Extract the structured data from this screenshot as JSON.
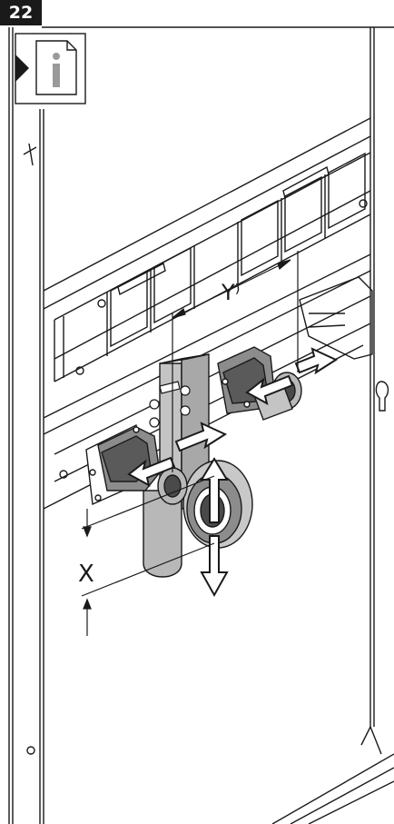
{
  "step_number": "22",
  "info_icon": "info-document-icon",
  "dimension_labels": {
    "x": "X",
    "y": "Y⁾"
  },
  "colors": {
    "line": "#1a1a1a",
    "valve_dark": "#4a4a4a",
    "valve_mid": "#8c8c8c",
    "pipe_gray": "#b8b8b8",
    "info_icon_gray": "#9a9a9a"
  }
}
